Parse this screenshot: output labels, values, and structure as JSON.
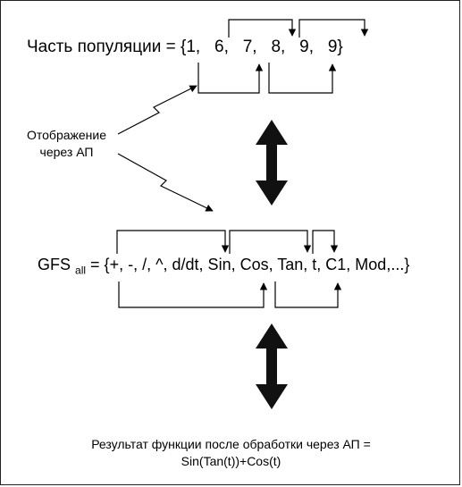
{
  "population": {
    "label": "Часть популяции = {",
    "items": [
      "1,",
      "6,",
      "7,",
      "8,",
      "9,",
      "9}"
    ]
  },
  "mapping_label": {
    "line1": "Отображение",
    "line2": "через АП"
  },
  "gfs": {
    "prefix": "GFS",
    "subscript": "all",
    "set_text": " = {+, -, /, ^, d/dt, Sin, Cos, Tan, t, C1, Mod,...}"
  },
  "result": {
    "line1": "Результат функции после обработки через АП =",
    "line2": "Sin(Tan(t))+Cos(t)"
  }
}
